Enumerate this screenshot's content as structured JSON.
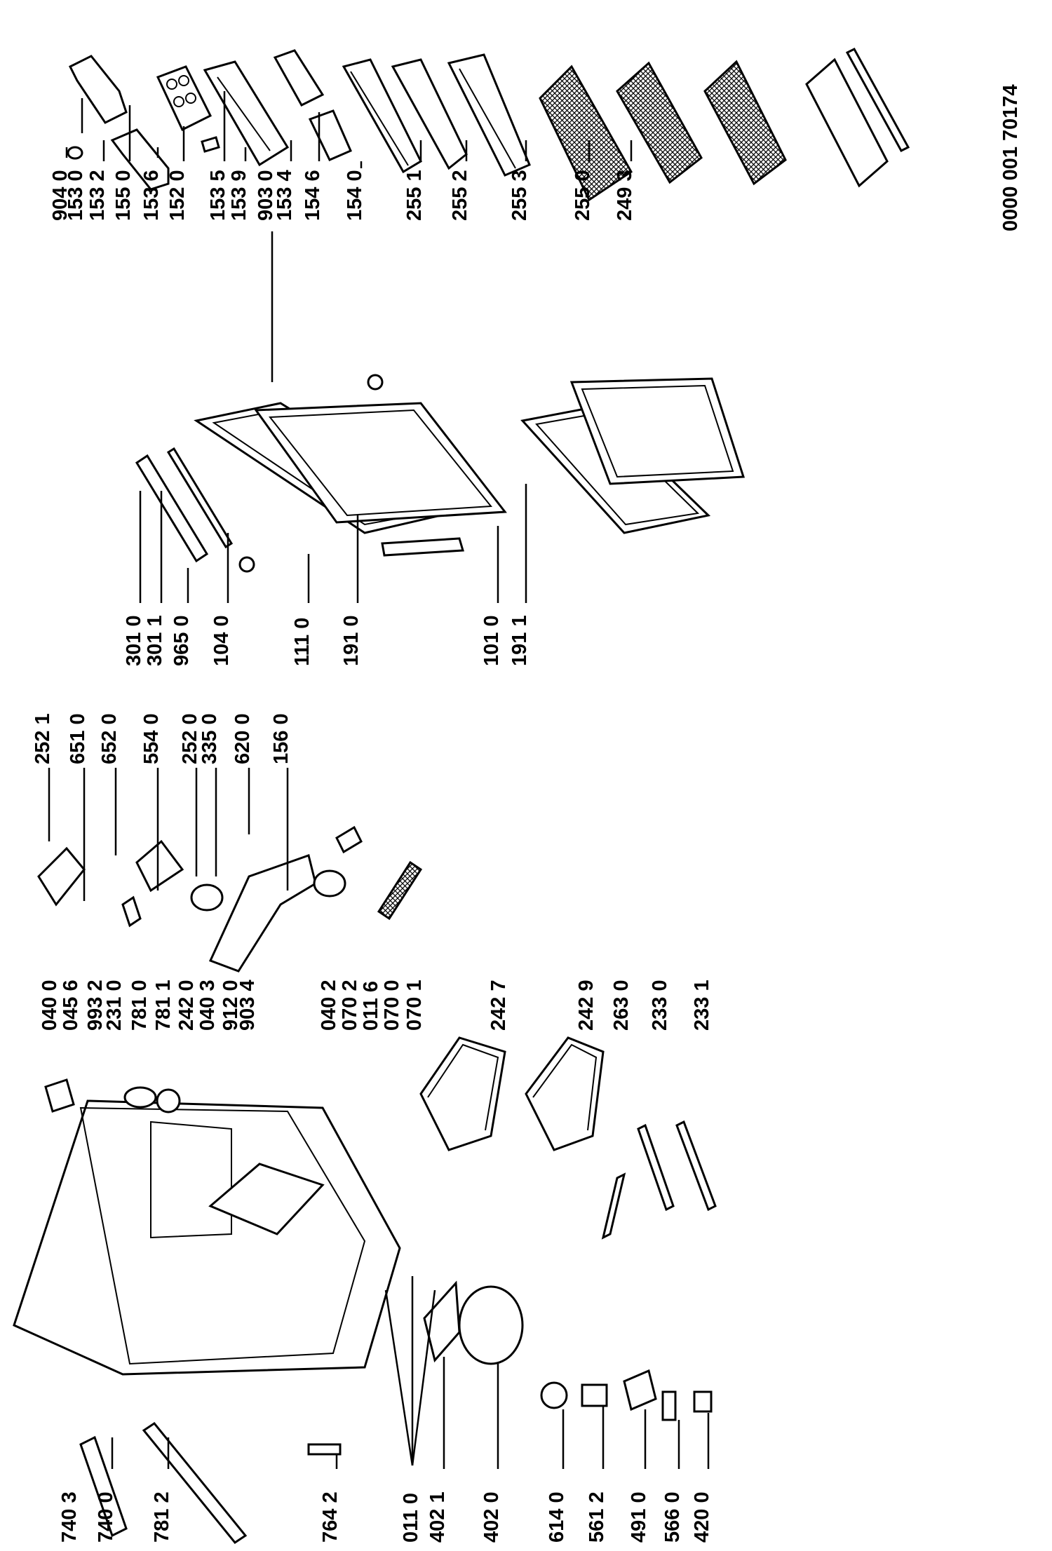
{
  "document_number": "0000 001 70174",
  "part_labels": [
    "904 0",
    "153 0",
    "153 2",
    "155 0",
    "153 6",
    "152 0",
    "153 5",
    "153 9",
    "903 0",
    "153 4",
    "154 6",
    "154 0",
    "255 1",
    "255 2",
    "255 3",
    "255 0",
    "249 3",
    "301 0",
    "301 1",
    "965 0",
    "104 0",
    "111 0",
    "191 0",
    "101 0",
    "191 1",
    "252 1",
    "651 0",
    "652 0",
    "554 0",
    "252 0",
    "335 0",
    "620 0",
    "156 0",
    "040 0",
    "045 6",
    "993 2",
    "231 0",
    "781 0",
    "781 1",
    "242 0",
    "040 3",
    "912 0",
    "903 4",
    "040 2",
    "070 2",
    "011 6",
    "070 0",
    "070 1",
    "242 7",
    "242 9",
    "263 0",
    "233 0",
    "233 1",
    "740 3",
    "740 0",
    "781 2",
    "764 2",
    "011 0",
    "402 1",
    "402 0",
    "614 0",
    "561 2",
    "491 0",
    "566 0",
    "420 0"
  ]
}
